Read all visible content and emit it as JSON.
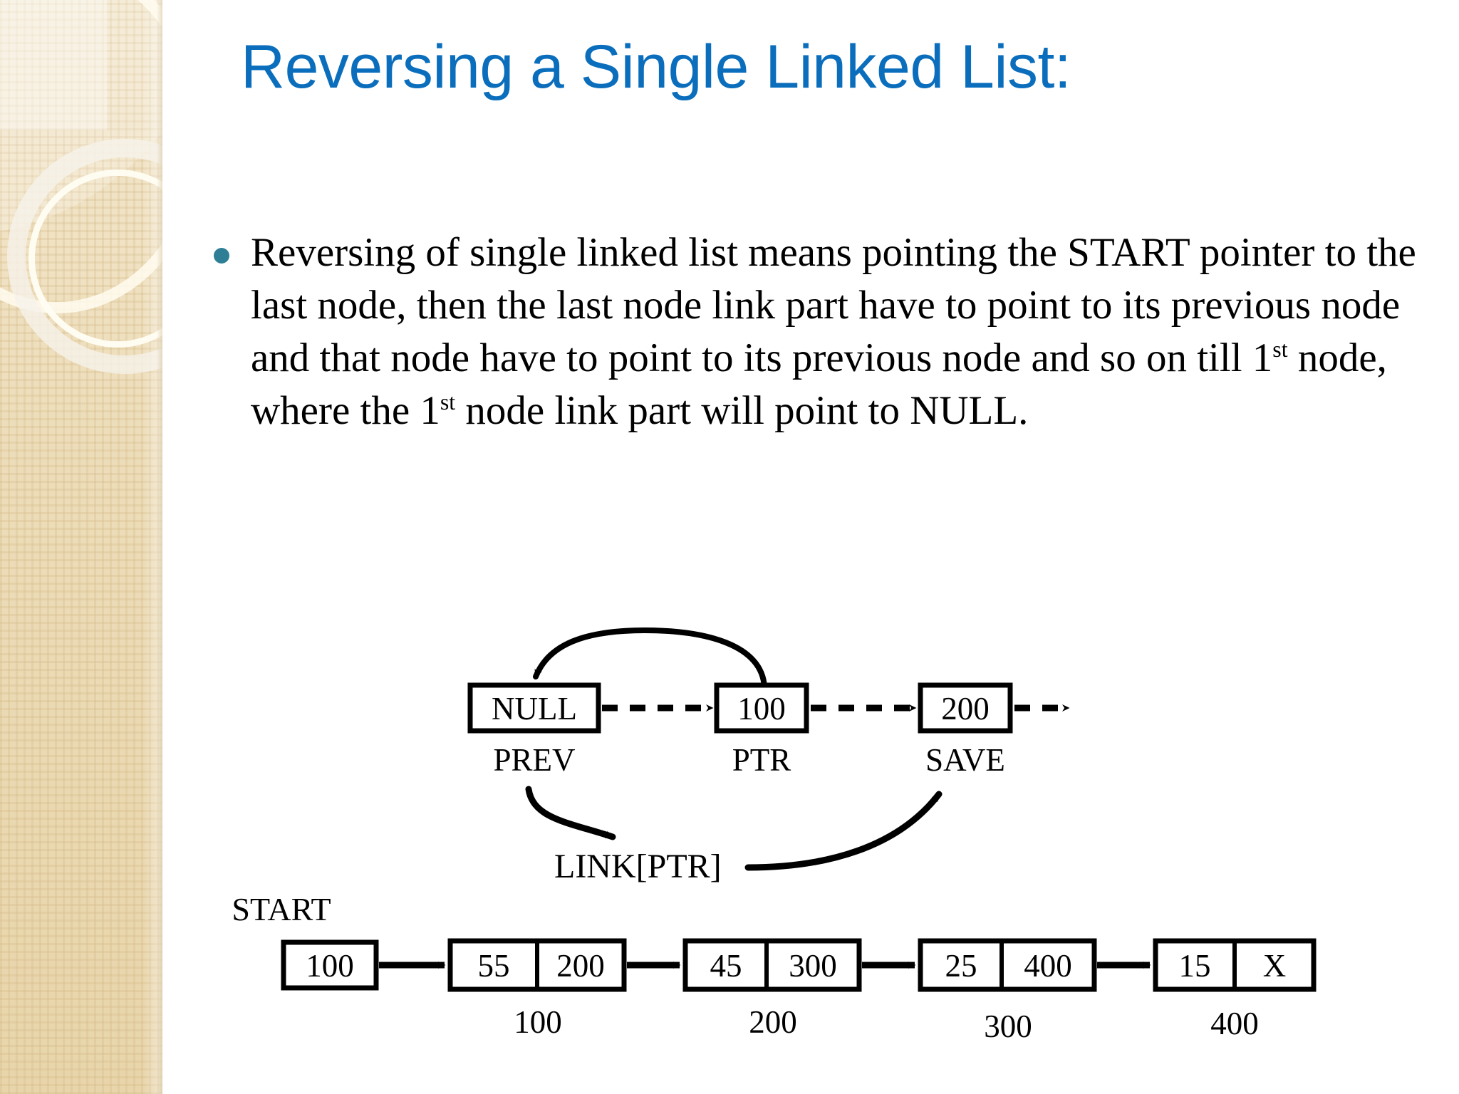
{
  "slide": {
    "title": "Reversing a Single Linked List:",
    "title_color": "#0b6ebc",
    "background_color": "#ffffff",
    "sidebar_color": "#ecdcb8",
    "bullet_color": "#2e7f95"
  },
  "body": {
    "paragraph_part1": "Reversing of single linked list means pointing the START pointer to the last node, then the last node link part have to point to its previous node and that node have to point to its previous node and so on till 1",
    "sup1": "st",
    "paragraph_part2": " node, where the 1",
    "sup2": "st",
    "paragraph_part3": " node link part will point to NULL."
  },
  "pointer_diagram": {
    "boxes": [
      {
        "value": "NULL",
        "label": "PREV"
      },
      {
        "value": "100",
        "label": "PTR"
      },
      {
        "value": "200",
        "label": "SAVE"
      }
    ],
    "link_label": "LINK[PTR]"
  },
  "linked_list_diagram": {
    "start_label": "START",
    "start_value": "100",
    "nodes": [
      {
        "data": "55",
        "link": "200",
        "address": "100"
      },
      {
        "data": "45",
        "link": "300",
        "address": "200"
      },
      {
        "data": "25",
        "link": "400",
        "address": "300"
      },
      {
        "data": "15",
        "link": "X",
        "address": "400"
      }
    ]
  }
}
